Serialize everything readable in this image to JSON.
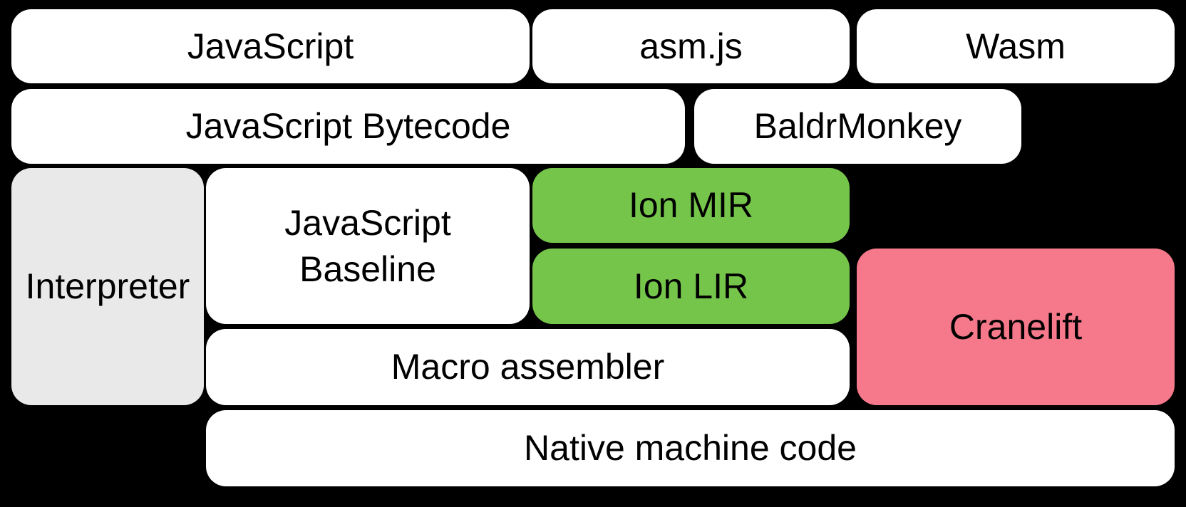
{
  "diagram": {
    "background": "#000000",
    "text_color": "#000000",
    "colors": {
      "default_box": "#FFFFFF",
      "interpreter_gray": "#E9E9E9",
      "ion_green": "#76C54B",
      "cranelift_pink": "#F6798B"
    },
    "boxes": {
      "javascript": {
        "label": "JavaScript"
      },
      "asm_js": {
        "label": "asm.js"
      },
      "wasm": {
        "label": "Wasm"
      },
      "javascript_bytecode": {
        "label": "JavaScript Bytecode"
      },
      "baldrmonkey": {
        "label": "BaldrMonkey"
      },
      "interpreter": {
        "label": "Interpreter"
      },
      "javascript_baseline": {
        "line1": "JavaScript",
        "line2": "Baseline"
      },
      "ion_mir": {
        "label": "Ion MIR"
      },
      "ion_lir": {
        "label": "Ion LIR"
      },
      "cranelift": {
        "label": "Cranelift"
      },
      "macro_assembler": {
        "label": "Macro assembler"
      },
      "native_machine_code": {
        "label": "Native machine code"
      }
    }
  }
}
